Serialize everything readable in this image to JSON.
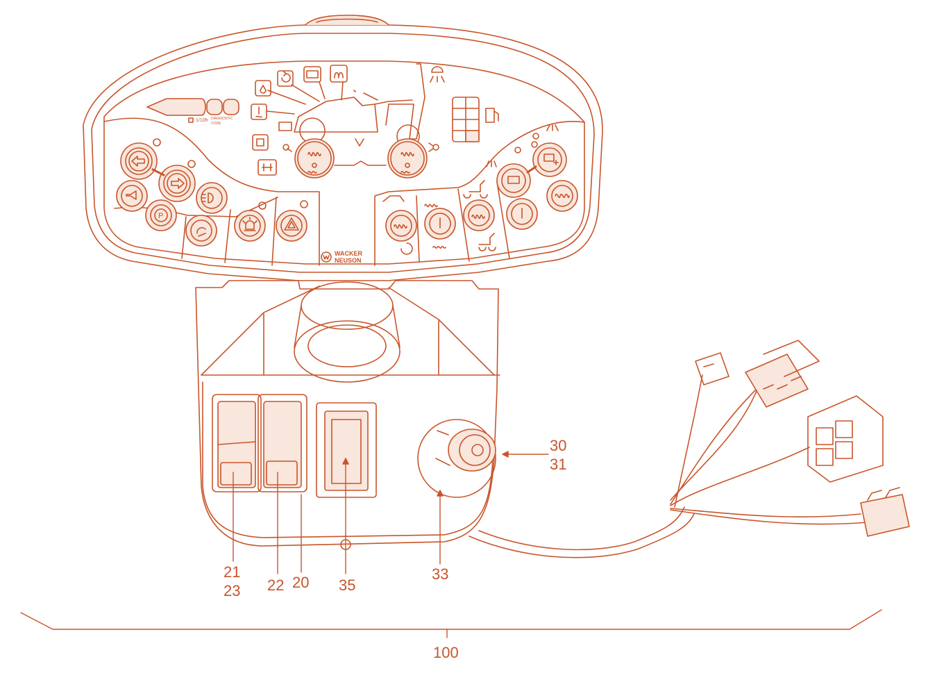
{
  "colors": {
    "line": "#c8552a",
    "fill": "#f9e6dc",
    "background": "#ffffff"
  },
  "panel": {
    "hour_meter_unit": "1/10h",
    "diagnostic_label_1": "DIAGNOSTIC",
    "diagnostic_label_2": "CODE",
    "brand_line_1": "WACKER",
    "brand_line_2": "NEUSON"
  },
  "icons": [
    "turn-left-arrow-icon",
    "turn-right-arrow-icon",
    "horn-icon",
    "parking-brake-icon",
    "headlight-icon",
    "work-light-icon",
    "beacon-icon",
    "hazard-warning-icon",
    "vibration-icon",
    "power-icon",
    "seat-icon",
    "oil-pressure-icon",
    "coolant-temperature-icon",
    "battery-icon",
    "glow-plug-icon",
    "fuel-pump-icon",
    "roller-machine-icon",
    "water-spray-icon",
    "emergency-stop-icon"
  ],
  "callouts": {
    "c21": "21",
    "c23": "23",
    "c22": "22",
    "c20": "20",
    "c35": "35",
    "c33": "33",
    "c30": "30",
    "c31": "31",
    "c100": "100"
  }
}
